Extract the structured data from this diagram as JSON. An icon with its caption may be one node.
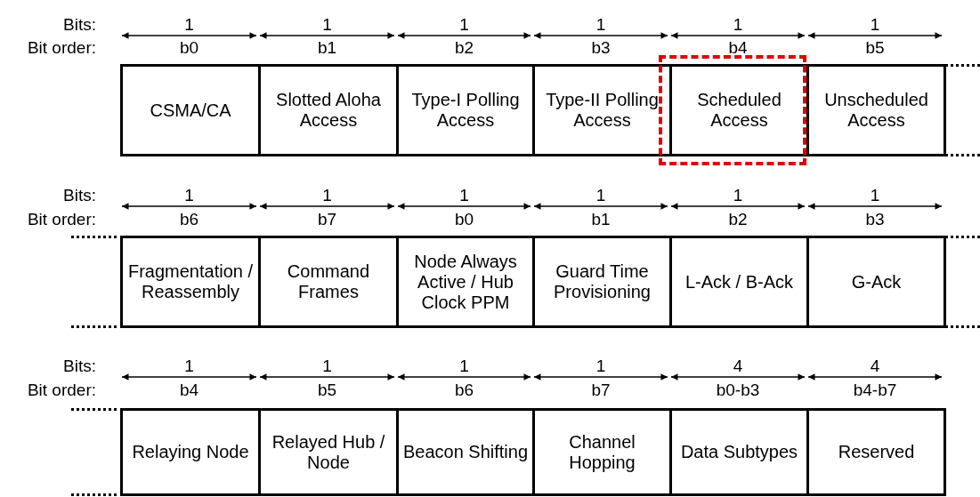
{
  "diagram": {
    "nodes": [
      {
        "text": [
          "CSMA/CA"
        ]
      },
      {
        "text": [
          "Slotted Aloha Access"
        ]
      },
      {
        "text": [
          "Type-I Polling Access"
        ]
      },
      {
        "text": [
          "Type-II Polling Access"
        ]
      },
      {
        "text": [
          "Scheduled Access"
        ]
      },
      {
        "text": [
          "Unscheduled Access"
        ]
      },
      {
        "text": [
          "Fragmentation / Reassembly"
        ]
      },
      {
        "text": [
          "Command Frames"
        ]
      },
      {
        "text": [
          "Node Always Active / Hub Clock PPM"
        ]
      },
      {
        "text": [
          "Guard Time Provisioning"
        ]
      },
      {
        "text": [
          "L-Ack / B-Ack"
        ]
      },
      {
        "text": [
          "G-Ack"
        ]
      },
      {
        "text": [
          "Relaying Node"
        ]
      },
      {
        "text": [
          "Relayed Hub / Node"
        ]
      },
      {
        "text": [
          "Beacon Shifting"
        ]
      },
      {
        "text": [
          "Channel Hopping"
        ]
      },
      {
        "text": [
          "Data Subtypes"
        ]
      },
      {
        "text": [
          "Reserved"
        ]
      }
    ],
    "labels": [
      "Bits:",
      "1",
      "1",
      "1",
      "1",
      "1",
      "1",
      "Bit order:",
      "b0",
      "b1",
      "b2",
      "b3",
      "b4",
      "b5",
      "Bits:",
      "1",
      "1",
      "1",
      "1",
      "1",
      "1",
      "Bit order:",
      "b6",
      "b7",
      "b0",
      "b1",
      "b2",
      "b3",
      "Bits:",
      "1",
      "1",
      "1",
      "1",
      "4",
      "4",
      "Bit order:",
      "b4",
      "b5",
      "b6",
      "b7",
      "b0-b3",
      "b4-b7"
    ]
  }
}
